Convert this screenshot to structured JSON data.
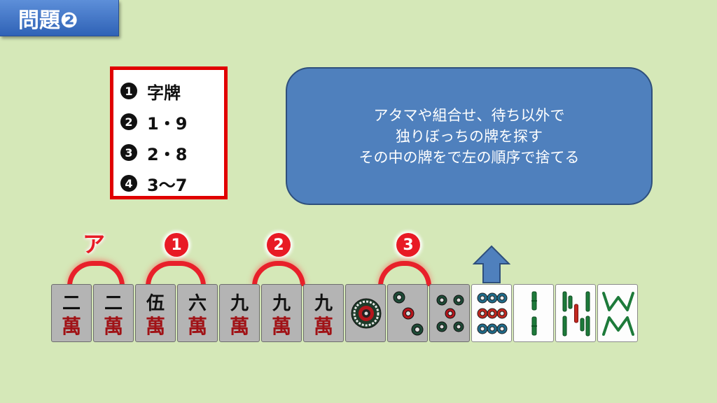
{
  "title": "問題❷",
  "rules": [
    {
      "num": "1",
      "text": "字牌"
    },
    {
      "num": "2",
      "text": "1・9"
    },
    {
      "num": "3",
      "text": "2・8"
    },
    {
      "num": "4",
      "text": "3～7"
    }
  ],
  "hint_lines": [
    "アタマや組合せ、待ち以外で",
    "独りぼっちの牌を探す",
    "その中の牌をで左の順序で捨てる"
  ],
  "group_labels": {
    "a": "ア",
    "one": "1",
    "two": "2",
    "three": "3"
  },
  "tiles": [
    {
      "num": "二",
      "suit": "萬"
    },
    {
      "num": "二",
      "suit": "萬"
    },
    {
      "num": "伍",
      "suit": "萬"
    },
    {
      "num": "六",
      "suit": "萬"
    },
    {
      "num": "九",
      "suit": "萬"
    },
    {
      "num": "九",
      "suit": "萬"
    },
    {
      "num": "九",
      "suit": "萬"
    }
  ],
  "colors": {
    "accent_red": "#e81a25",
    "hint_blue": "#4f80bd",
    "background": "#d5e8b8"
  }
}
